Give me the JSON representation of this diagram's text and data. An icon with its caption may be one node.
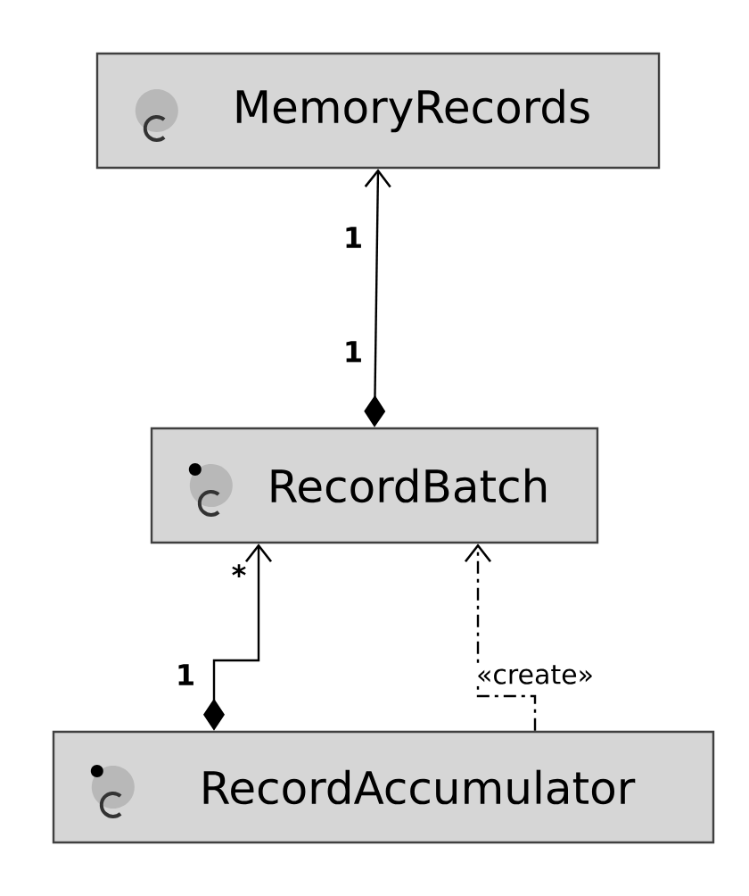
{
  "diagram": {
    "nodes": [
      {
        "text": [
          "MemoryRecords"
        ]
      },
      {
        "text": [
          "RecordBatch"
        ]
      },
      {
        "text": [
          "RecordAccumulator"
        ]
      }
    ],
    "edges": [
      {
        "from": 1,
        "to": 0,
        "arrow": "to"
      },
      {
        "from": 2,
        "to": 1,
        "arrow": "to"
      },
      {
        "from": 2,
        "to": 1,
        "arrow": "to",
        "label": "«create»",
        "style": "dashed"
      }
    ],
    "labels": [
      "1",
      "1",
      "*",
      "1"
    ]
  }
}
